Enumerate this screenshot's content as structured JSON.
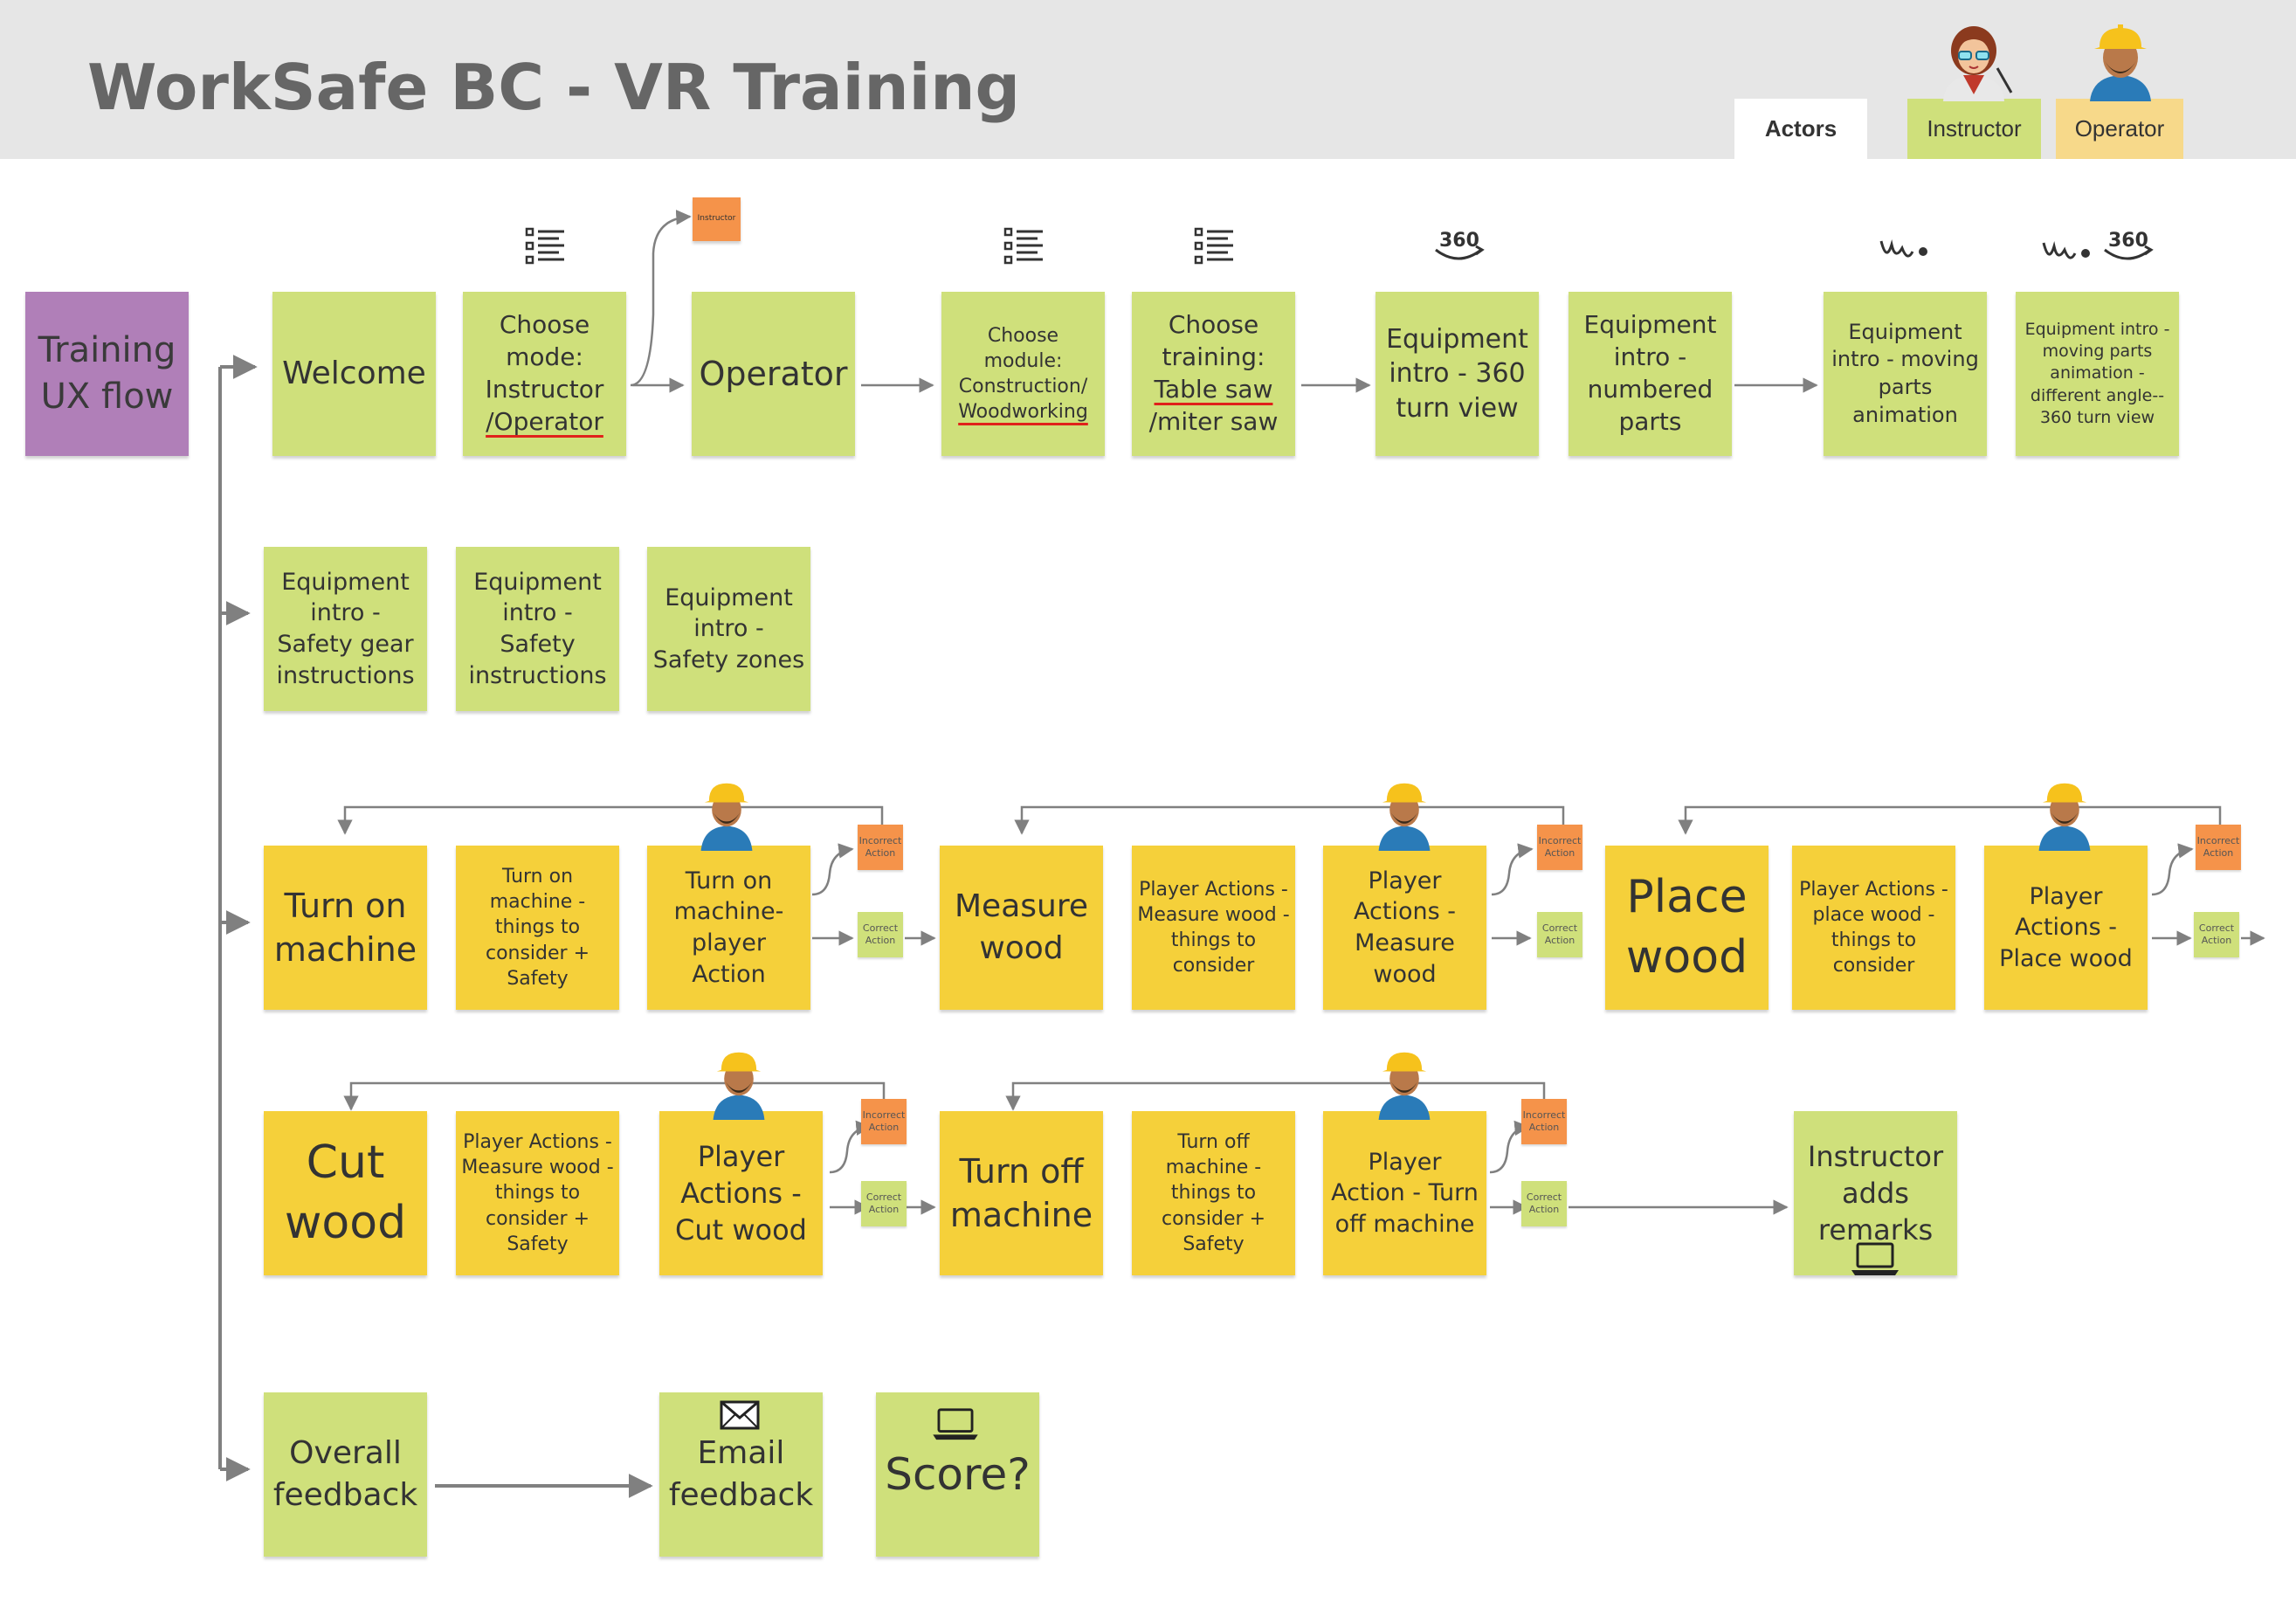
{
  "header": {
    "title": "WorkSafe BC - VR Training",
    "actors_label": "Actors",
    "actors": [
      {
        "label": "Instructor",
        "color": "#cfe07b",
        "icon": "instructor-avatar-icon"
      },
      {
        "label": "Operator",
        "color": "#f7d98a",
        "icon": "operator-avatar-icon"
      }
    ]
  },
  "colors": {
    "green_note": "#cfe07b",
    "yellow_note": "#f5d03a",
    "purple_note": "#b07fb8",
    "orange_note": "#f5934a",
    "connector": "#808080"
  },
  "flow_title": "Training UX flow",
  "row1": {
    "welcome": "Welcome",
    "choose_mode": {
      "prefix": "Choose mode: Instructor",
      "underlined": "/Operator"
    },
    "instructor_branch": "Instructor",
    "operator": "Operator",
    "choose_module": {
      "prefix": "Choose module: Construction/",
      "underlined": "Woodworking"
    },
    "choose_training": {
      "prefix": "Choose training:",
      "underlined": "Table saw",
      "suffix": "/miter saw"
    },
    "equip_360": "Equipment intro - 360 turn view",
    "equip_numbered": "Equipment intro - numbered parts",
    "equip_moving": "Equipment intro - moving parts animation",
    "equip_moving_360": "Equipment intro - moving parts animation - different angle-- 360 turn view"
  },
  "row2": {
    "safety_gear": "Equipment intro - Safety gear instructions",
    "safety_instructions": "Equipment intro - Safety instructions",
    "safety_zones": "Equipment intro - Safety zones"
  },
  "row3": {
    "turn_on": "Turn on machine",
    "turn_on_consider": "Turn on machine - things to consider + Safety",
    "turn_on_action": "Turn on machine-player Action",
    "measure": "Measure wood",
    "measure_consider": "Player Actions - Measure wood - things to consider",
    "measure_action": "Player Actions - Measure wood",
    "place": "Place wood",
    "place_consider": "Player Actions - place wood - things to consider",
    "place_action": "Player Actions - Place wood"
  },
  "row4": {
    "cut": "Cut wood",
    "cut_consider": "Player Actions - Measure wood - things to consider + Safety",
    "cut_action": "Player Actions - Cut wood",
    "turn_off": "Turn off machine",
    "turn_off_consider": "Turn off machine - things to consider + Safety",
    "turn_off_action": "Player Action - Turn off machine",
    "remarks": "Instructor adds remarks"
  },
  "row5": {
    "overall": "Overall feedback",
    "email": "Email feedback",
    "score": "Score?"
  },
  "feedback": {
    "incorrect": "Incorrect Action",
    "correct": "Correct Action"
  },
  "icons": {
    "list": "list-icon",
    "rotate": "360",
    "motion": "motion-icon",
    "laptop": "laptop-icon",
    "email": "envelope-icon"
  }
}
